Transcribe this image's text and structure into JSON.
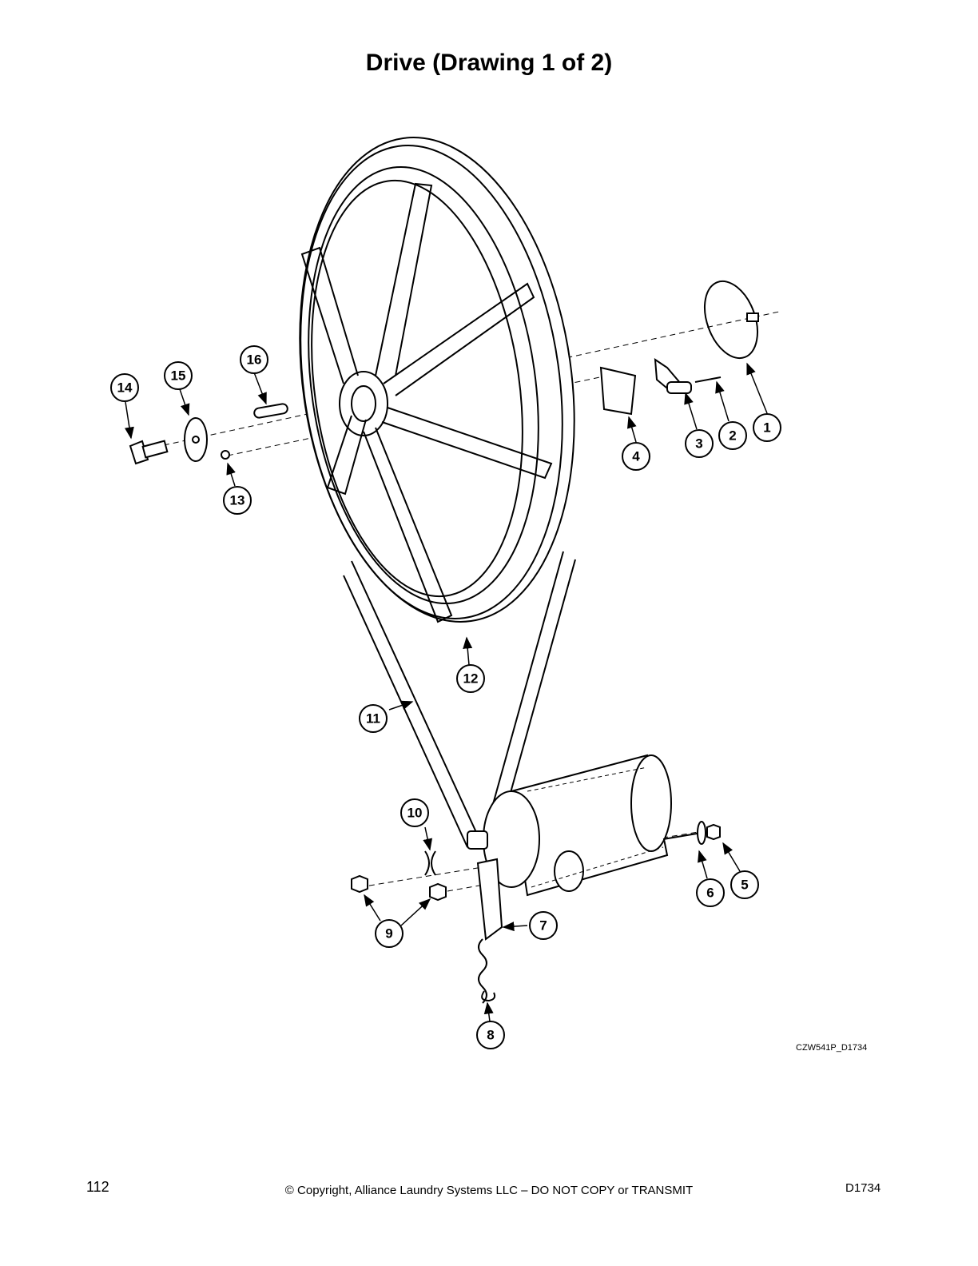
{
  "page": {
    "title": "Drive (Drawing 1 of 2)",
    "drawing_code": "CZW541P_D1734",
    "page_number": "112",
    "copyright": "© Copyright, Alliance Laundry Systems LLC – DO NOT COPY or TRANSMIT",
    "document_id": "D1734"
  },
  "callouts": [
    "1",
    "2",
    "3",
    "4",
    "5",
    "6",
    "7",
    "8",
    "9",
    "10",
    "11",
    "12",
    "13",
    "14",
    "15",
    "16"
  ]
}
